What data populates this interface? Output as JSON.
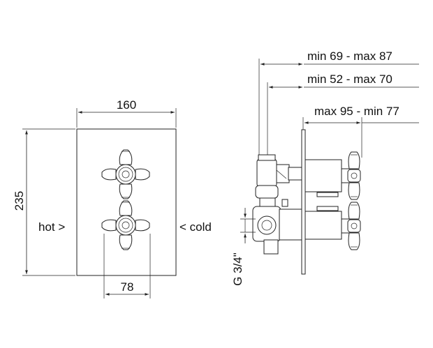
{
  "front_view": {
    "width_label": "160",
    "height_label": "235",
    "spacing_label": "78",
    "hot_label": "hot >",
    "cold_label": "< cold"
  },
  "side_view": {
    "dim_1_label": "min 69 - max 87",
    "dim_2_label": "min 52 - max 70",
    "dim_3_label": "max 95 - min 77",
    "thread_label": "G 3/4\""
  }
}
